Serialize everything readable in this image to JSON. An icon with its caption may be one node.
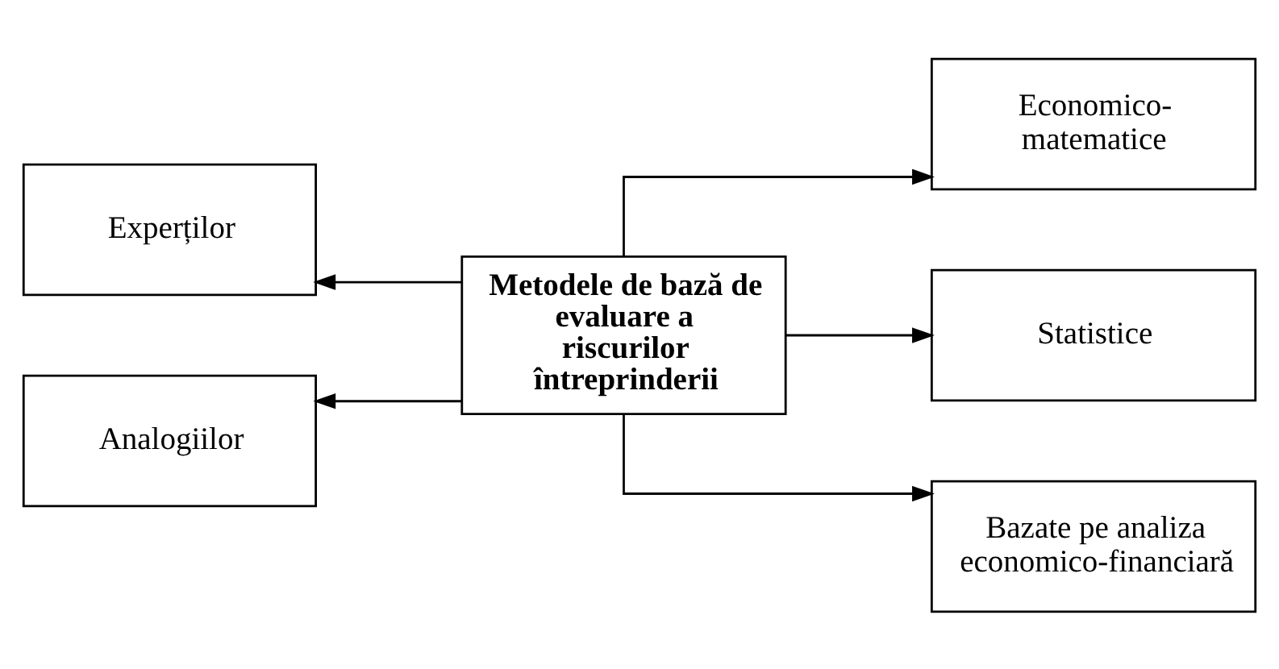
{
  "diagram": {
    "nodes": [
      {
        "text": [
          "Metodele de bază de evaluare a riscurilor întreprinderii"
        ]
      },
      {
        "text": [
          "Experților"
        ]
      },
      {
        "text": [
          "Analogiilor"
        ]
      },
      {
        "text": [
          "Economico-matematice"
        ]
      },
      {
        "text": [
          "Statistice"
        ]
      },
      {
        "text": [
          "Bazate pe analiza economico-financiară"
        ]
      }
    ],
    "edges": [
      {
        "from": 0,
        "to": 1,
        "arrow": "to"
      },
      {
        "from": 0,
        "to": 2,
        "arrow": "to"
      },
      {
        "from": 0,
        "to": 3,
        "arrow": "to"
      },
      {
        "from": 0,
        "to": 4,
        "arrow": "to"
      },
      {
        "from": 0,
        "to": 5,
        "arrow": "to"
      }
    ]
  }
}
